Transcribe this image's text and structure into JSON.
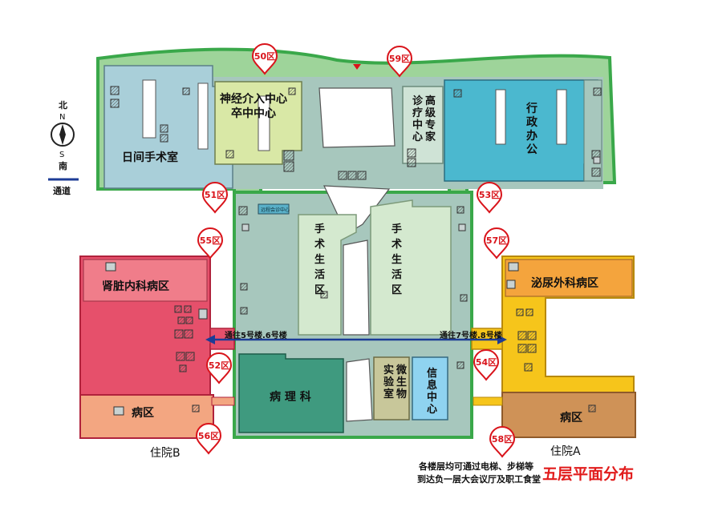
{
  "title": "五层平面分布",
  "note_line1": "各楼层均可通过电梯、步梯等",
  "note_line2": "到达负一层大会议厅及职工食堂",
  "compass": {
    "north": "北",
    "n": "N",
    "s": "S",
    "south": "南"
  },
  "legend_passage": "通道",
  "buildings": {
    "inpatient_a": "住院A",
    "inpatient_b": "住院B"
  },
  "rooms": {
    "day_surgery": "日间手术室",
    "neuro_line1": "神经介入中心",
    "neuro_line2": "卒中中心",
    "senior_clinic": "高级专家诊疗中心",
    "admin": "行政办公",
    "surgery_life_left": "手术生活区",
    "surgery_life_right": "手术生活区",
    "small_sign": "远程会诊中心",
    "nephrology": "肾脏内科病区",
    "urology": "泌尿外科病区",
    "ward_left": "病区",
    "ward_right": "病区",
    "pathology": "病 理 科",
    "micro_lab": "微生物实验室",
    "info_center": "信息中心"
  },
  "corridor": {
    "left": "通往5号楼.6号楼",
    "right": "通往7号楼.8号楼"
  },
  "zones": [
    "50区",
    "59区",
    "51区",
    "53区",
    "55区",
    "57区",
    "52区",
    "54区",
    "56区",
    "58区"
  ],
  "colors": {
    "green_outline": "#3aa84a",
    "main_floor": "#a7c7bd",
    "north_strip": "#9ed49a",
    "day_surgery": "#a9cfd9",
    "neuro": "#d9e8a6",
    "admin": "#4bb8cf",
    "surgery_life": "#d4e9cf",
    "left_wing": "#e6506b",
    "nephrology": "#f07d8a",
    "ward_left": "#f3a681",
    "right_wing": "#f6c51b",
    "urology": "#f4a43d",
    "ward_right": "#cf9257",
    "pathology": "#3f9a7f",
    "micro_lab": "#c8c79a",
    "info_center": "#8fd3f0",
    "corridor_arrow": "#1c3c96",
    "pin_red": "#d9141b",
    "title_red": "#e11b1b"
  }
}
